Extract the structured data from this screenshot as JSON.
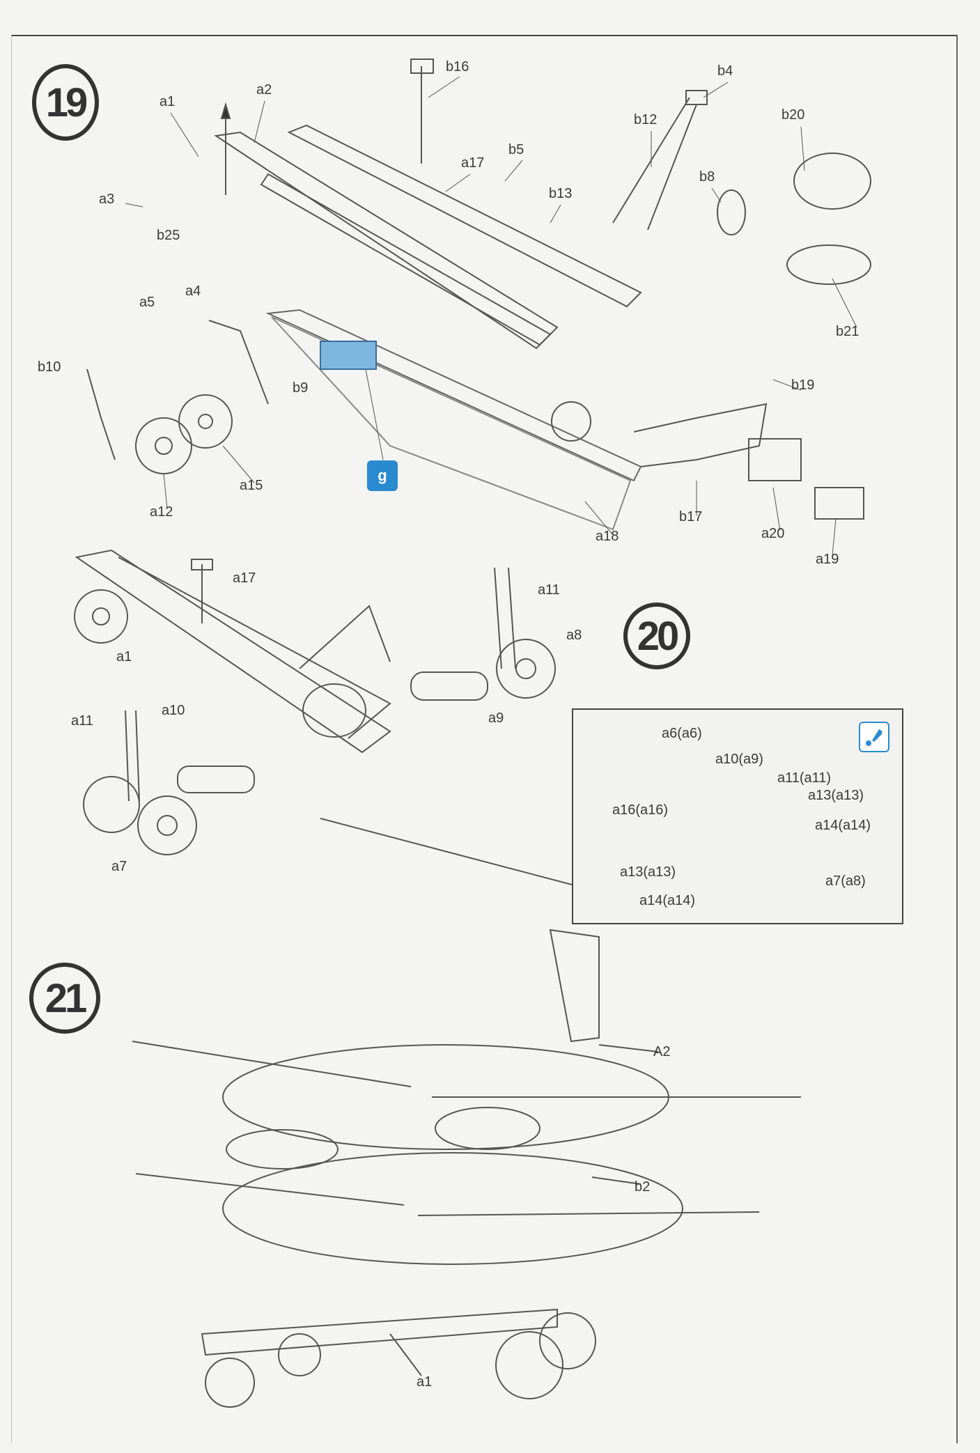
{
  "step19": {
    "number": "19",
    "labels": [
      "b16",
      "b4",
      "a1",
      "a2",
      "b12",
      "b20",
      "a17",
      "b5",
      "a3",
      "b8",
      "b13",
      "b25",
      "a5",
      "a4",
      "b10",
      "b9",
      "b19",
      "b21",
      "a15",
      "a12",
      "b17",
      "a20",
      "a18",
      "a19"
    ],
    "weight_icon_letter": "g",
    "highlight_color": "#7fb6e0"
  },
  "step20": {
    "number": "20",
    "labels": [
      "a17",
      "a11",
      "a8",
      "a1",
      "a9",
      "a11",
      "a10",
      "a7"
    ],
    "inset_labels": [
      "a6(a6)",
      "a10(a9)",
      "a11(a11)",
      "a13(a13)",
      "a16(a16)",
      "a14(a14)",
      "a13(a13)",
      "a7(a8)",
      "a14(a14)"
    ],
    "paint_icon_color": "#2a8ad0"
  },
  "step21": {
    "number": "21",
    "labels": [
      "A2",
      "b2",
      "a1"
    ]
  }
}
